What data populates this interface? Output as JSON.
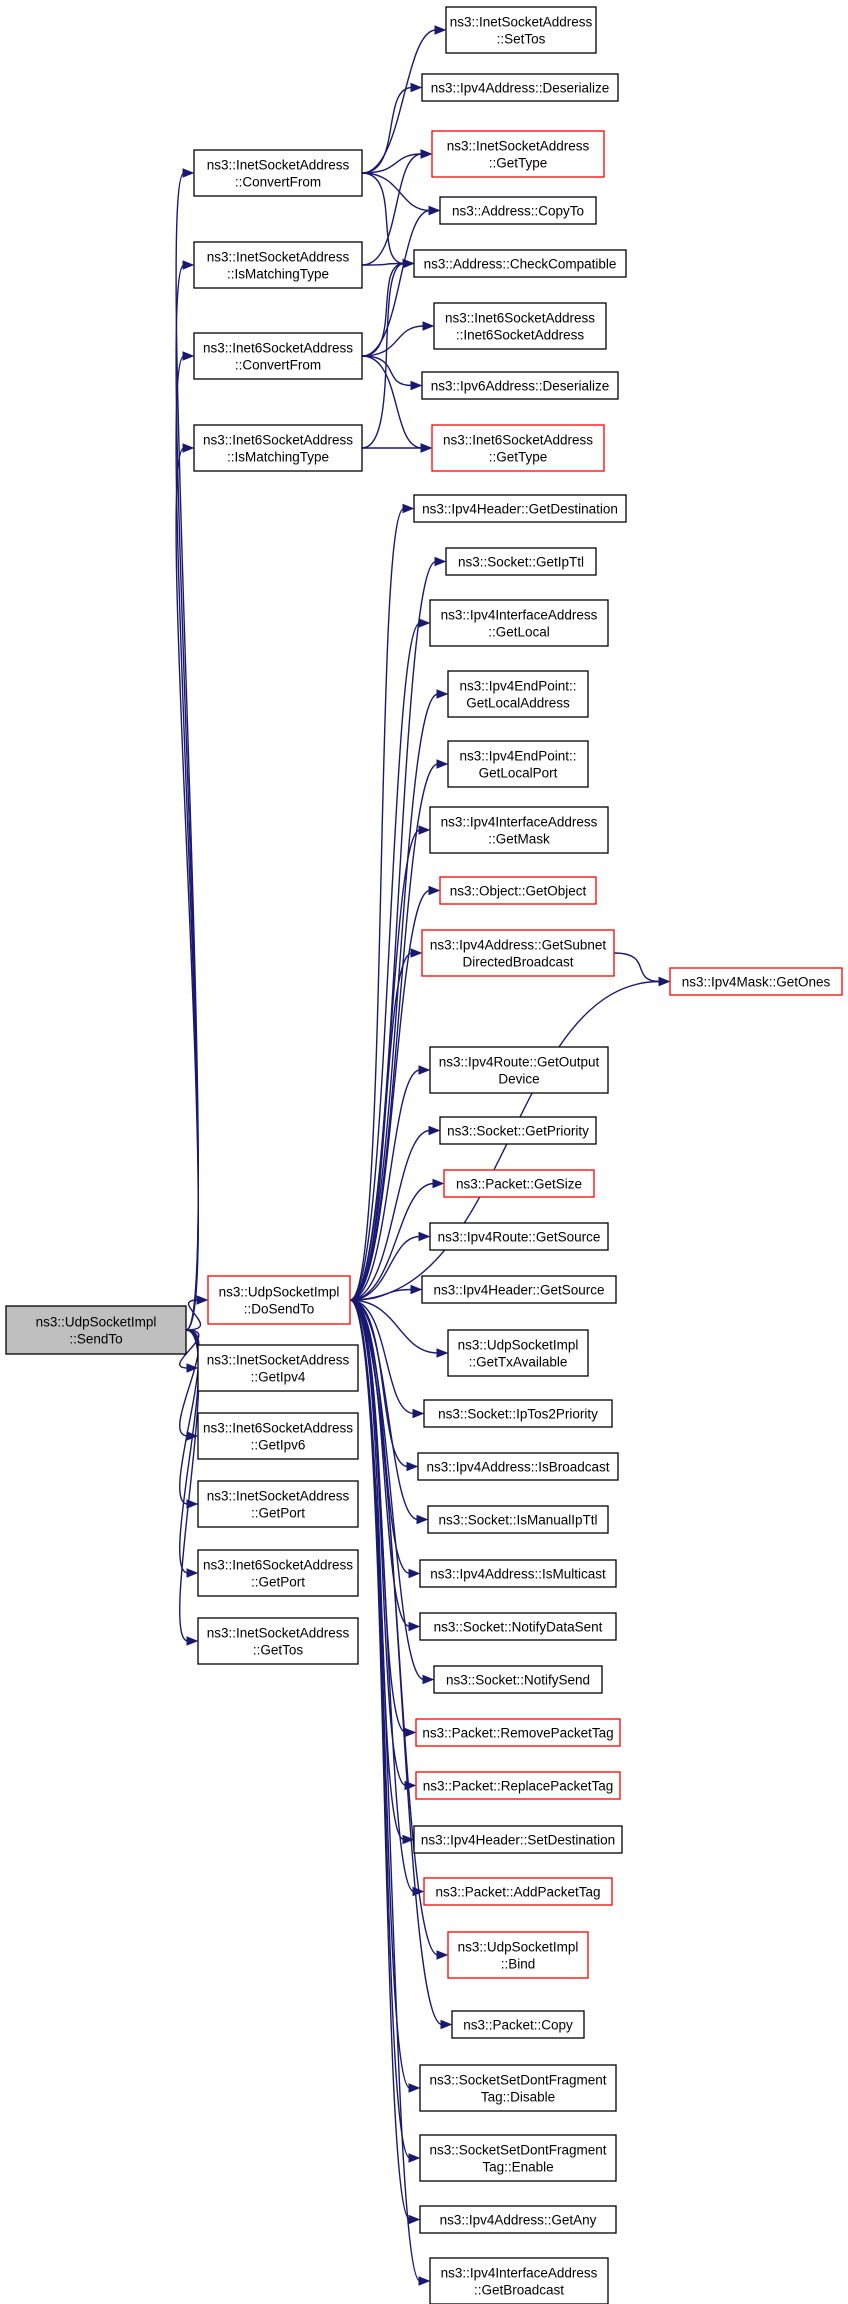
{
  "colors": {
    "edge": "#191970",
    "node_fill": "#ffffff",
    "node_stroke": "#000000",
    "node_stroke_incomplete": "#ff0000",
    "root_fill": "#bfbfbf"
  },
  "nodes": [
    {
      "id": "root",
      "lines": [
        "ns3::UdpSocketImpl",
        "::SendTo"
      ],
      "style": "root"
    },
    {
      "id": "inetConvertFrom",
      "lines": [
        "ns3::InetSocketAddress",
        "::ConvertFrom"
      ],
      "style": "normal"
    },
    {
      "id": "inetIsMatchingType",
      "lines": [
        "ns3::InetSocketAddress",
        "::IsMatchingType"
      ],
      "style": "normal"
    },
    {
      "id": "inet6ConvertFrom",
      "lines": [
        "ns3::Inet6SocketAddress",
        "::ConvertFrom"
      ],
      "style": "normal"
    },
    {
      "id": "inet6IsMatchingType",
      "lines": [
        "ns3::Inet6SocketAddress",
        "::IsMatchingType"
      ],
      "style": "normal"
    },
    {
      "id": "doSendTo",
      "lines": [
        "ns3::UdpSocketImpl",
        "::DoSendTo"
      ],
      "style": "red"
    },
    {
      "id": "inetGetIpv4",
      "lines": [
        "ns3::InetSocketAddress",
        "::GetIpv4"
      ],
      "style": "normal"
    },
    {
      "id": "inet6GetIpv6",
      "lines": [
        "ns3::Inet6SocketAddress",
        "::GetIpv6"
      ],
      "style": "normal"
    },
    {
      "id": "inetGetPort",
      "lines": [
        "ns3::InetSocketAddress",
        "::GetPort"
      ],
      "style": "normal"
    },
    {
      "id": "inet6GetPort",
      "lines": [
        "ns3::Inet6SocketAddress",
        "::GetPort"
      ],
      "style": "normal"
    },
    {
      "id": "inetGetTos",
      "lines": [
        "ns3::InetSocketAddress",
        "::GetTos"
      ],
      "style": "normal"
    },
    {
      "id": "inetSetTos",
      "lines": [
        "ns3::InetSocketAddress",
        "::SetTos"
      ],
      "style": "normal"
    },
    {
      "id": "ipv4Deserialize",
      "lines": [
        "ns3::Ipv4Address::Deserialize"
      ],
      "style": "normal"
    },
    {
      "id": "inetGetType",
      "lines": [
        "ns3::InetSocketAddress",
        "::GetType"
      ],
      "style": "red"
    },
    {
      "id": "addressCopyTo",
      "lines": [
        "ns3::Address::CopyTo"
      ],
      "style": "normal"
    },
    {
      "id": "addressCheckCompatible",
      "lines": [
        "ns3::Address::CheckCompatible"
      ],
      "style": "normal"
    },
    {
      "id": "inet6Ctor",
      "lines": [
        "ns3::Inet6SocketAddress",
        "::Inet6SocketAddress"
      ],
      "style": "normal"
    },
    {
      "id": "ipv6Deserialize",
      "lines": [
        "ns3::Ipv6Address::Deserialize"
      ],
      "style": "normal"
    },
    {
      "id": "inet6GetType",
      "lines": [
        "ns3::Inet6SocketAddress",
        "::GetType"
      ],
      "style": "red"
    },
    {
      "id": "ipv4HeaderGetDestination",
      "lines": [
        "ns3::Ipv4Header::GetDestination"
      ],
      "style": "normal"
    },
    {
      "id": "socketGetIpTtl",
      "lines": [
        "ns3::Socket::GetIpTtl"
      ],
      "style": "normal"
    },
    {
      "id": "ipv4IfaceGetLocal",
      "lines": [
        "ns3::Ipv4InterfaceAddress",
        "::GetLocal"
      ],
      "style": "normal"
    },
    {
      "id": "ipv4EndPointGetLocalAddress",
      "lines": [
        "ns3::Ipv4EndPoint::",
        "GetLocalAddress"
      ],
      "style": "normal"
    },
    {
      "id": "ipv4EndPointGetLocalPort",
      "lines": [
        "ns3::Ipv4EndPoint::",
        "GetLocalPort"
      ],
      "style": "normal"
    },
    {
      "id": "ipv4IfaceGetMask",
      "lines": [
        "ns3::Ipv4InterfaceAddress",
        "::GetMask"
      ],
      "style": "normal"
    },
    {
      "id": "objectGetObject",
      "lines": [
        "ns3::Object::GetObject"
      ],
      "style": "red"
    },
    {
      "id": "ipv4AddressGetSubnet",
      "lines": [
        "ns3::Ipv4Address::GetSubnet",
        "DirectedBroadcast"
      ],
      "style": "red"
    },
    {
      "id": "ipv4MaskGetOnes",
      "lines": [
        "ns3::Ipv4Mask::GetOnes"
      ],
      "style": "red"
    },
    {
      "id": "ipv4RouteGetOutputDevice",
      "lines": [
        "ns3::Ipv4Route::GetOutput",
        "Device"
      ],
      "style": "normal"
    },
    {
      "id": "socketGetPriority",
      "lines": [
        "ns3::Socket::GetPriority"
      ],
      "style": "normal"
    },
    {
      "id": "packetGetSize",
      "lines": [
        "ns3::Packet::GetSize"
      ],
      "style": "red"
    },
    {
      "id": "ipv4RouteGetSource",
      "lines": [
        "ns3::Ipv4Route::GetSource"
      ],
      "style": "normal"
    },
    {
      "id": "ipv4HeaderGetSource",
      "lines": [
        "ns3::Ipv4Header::GetSource"
      ],
      "style": "normal"
    },
    {
      "id": "udpGetTxAvailable",
      "lines": [
        "ns3::UdpSocketImpl",
        "::GetTxAvailable"
      ],
      "style": "normal"
    },
    {
      "id": "socketIpTos2Priority",
      "lines": [
        "ns3::Socket::IpTos2Priority"
      ],
      "style": "normal"
    },
    {
      "id": "ipv4AddressIsBroadcast",
      "lines": [
        "ns3::Ipv4Address::IsBroadcast"
      ],
      "style": "normal"
    },
    {
      "id": "socketIsManualIpTtl",
      "lines": [
        "ns3::Socket::IsManualIpTtl"
      ],
      "style": "normal"
    },
    {
      "id": "ipv4AddressIsMulticast",
      "lines": [
        "ns3::Ipv4Address::IsMulticast"
      ],
      "style": "normal"
    },
    {
      "id": "socketNotifyDataSent",
      "lines": [
        "ns3::Socket::NotifyDataSent"
      ],
      "style": "normal"
    },
    {
      "id": "socketNotifySend",
      "lines": [
        "ns3::Socket::NotifySend"
      ],
      "style": "normal"
    },
    {
      "id": "packetRemovePacketTag",
      "lines": [
        "ns3::Packet::RemovePacketTag"
      ],
      "style": "red"
    },
    {
      "id": "packetReplacePacketTag",
      "lines": [
        "ns3::Packet::ReplacePacketTag"
      ],
      "style": "red"
    },
    {
      "id": "ipv4HeaderSetDestination",
      "lines": [
        "ns3::Ipv4Header::SetDestination"
      ],
      "style": "normal"
    },
    {
      "id": "packetAddPacketTag",
      "lines": [
        "ns3::Packet::AddPacketTag"
      ],
      "style": "red"
    },
    {
      "id": "udpBind",
      "lines": [
        "ns3::UdpSocketImpl",
        "::Bind"
      ],
      "style": "red"
    },
    {
      "id": "packetCopy",
      "lines": [
        "ns3::Packet::Copy"
      ],
      "style": "normal"
    },
    {
      "id": "dontFragDisable",
      "lines": [
        "ns3::SocketSetDontFragment",
        "Tag::Disable"
      ],
      "style": "normal"
    },
    {
      "id": "dontFragEnable",
      "lines": [
        "ns3::SocketSetDontFragment",
        "Tag::Enable"
      ],
      "style": "normal"
    },
    {
      "id": "ipv4AddressGetAny",
      "lines": [
        "ns3::Ipv4Address::GetAny"
      ],
      "style": "normal"
    },
    {
      "id": "ipv4IfaceGetBroadcast",
      "lines": [
        "ns3::Ipv4InterfaceAddress",
        "::GetBroadcast"
      ],
      "style": "normal"
    }
  ],
  "edges": [
    [
      "root",
      "inetConvertFrom"
    ],
    [
      "root",
      "inetIsMatchingType"
    ],
    [
      "root",
      "inet6ConvertFrom"
    ],
    [
      "root",
      "inet6IsMatchingType"
    ],
    [
      "root",
      "doSendTo"
    ],
    [
      "root",
      "inetGetIpv4"
    ],
    [
      "root",
      "inet6GetIpv6"
    ],
    [
      "root",
      "inetGetPort"
    ],
    [
      "root",
      "inet6GetPort"
    ],
    [
      "root",
      "inetGetTos"
    ],
    [
      "inetConvertFrom",
      "inetSetTos"
    ],
    [
      "inetConvertFrom",
      "ipv4Deserialize"
    ],
    [
      "inetConvertFrom",
      "inetGetType"
    ],
    [
      "inetConvertFrom",
      "addressCopyTo"
    ],
    [
      "inetConvertFrom",
      "addressCheckCompatible"
    ],
    [
      "inetIsMatchingType",
      "inetGetType"
    ],
    [
      "inetIsMatchingType",
      "addressCheckCompatible"
    ],
    [
      "inet6ConvertFrom",
      "addressCopyTo"
    ],
    [
      "inet6ConvertFrom",
      "addressCheckCompatible"
    ],
    [
      "inet6ConvertFrom",
      "inet6Ctor"
    ],
    [
      "inet6ConvertFrom",
      "ipv6Deserialize"
    ],
    [
      "inet6ConvertFrom",
      "inet6GetType"
    ],
    [
      "inet6IsMatchingType",
      "addressCheckCompatible"
    ],
    [
      "inet6IsMatchingType",
      "inet6GetType"
    ],
    [
      "doSendTo",
      "ipv4HeaderGetDestination"
    ],
    [
      "doSendTo",
      "socketGetIpTtl"
    ],
    [
      "doSendTo",
      "ipv4IfaceGetLocal"
    ],
    [
      "doSendTo",
      "ipv4EndPointGetLocalAddress"
    ],
    [
      "doSendTo",
      "ipv4EndPointGetLocalPort"
    ],
    [
      "doSendTo",
      "ipv4IfaceGetMask"
    ],
    [
      "doSendTo",
      "objectGetObject"
    ],
    [
      "doSendTo",
      "ipv4AddressGetSubnet"
    ],
    [
      "doSendTo",
      "ipv4MaskGetOnes"
    ],
    [
      "doSendTo",
      "ipv4RouteGetOutputDevice"
    ],
    [
      "doSendTo",
      "socketGetPriority"
    ],
    [
      "doSendTo",
      "packetGetSize"
    ],
    [
      "doSendTo",
      "ipv4RouteGetSource"
    ],
    [
      "doSendTo",
      "ipv4HeaderGetSource"
    ],
    [
      "doSendTo",
      "udpGetTxAvailable"
    ],
    [
      "doSendTo",
      "socketIpTos2Priority"
    ],
    [
      "doSendTo",
      "ipv4AddressIsBroadcast"
    ],
    [
      "doSendTo",
      "socketIsManualIpTtl"
    ],
    [
      "doSendTo",
      "ipv4AddressIsMulticast"
    ],
    [
      "doSendTo",
      "socketNotifyDataSent"
    ],
    [
      "doSendTo",
      "socketNotifySend"
    ],
    [
      "doSendTo",
      "packetRemovePacketTag"
    ],
    [
      "doSendTo",
      "packetReplacePacketTag"
    ],
    [
      "doSendTo",
      "ipv4HeaderSetDestination"
    ],
    [
      "doSendTo",
      "packetAddPacketTag"
    ],
    [
      "doSendTo",
      "udpBind"
    ],
    [
      "doSendTo",
      "packetCopy"
    ],
    [
      "doSendTo",
      "dontFragDisable"
    ],
    [
      "doSendTo",
      "dontFragEnable"
    ],
    [
      "doSendTo",
      "ipv4AddressGetAny"
    ],
    [
      "doSendTo",
      "ipv4IfaceGetBroadcast"
    ],
    [
      "ipv4AddressGetSubnet",
      "ipv4MaskGetOnes"
    ]
  ]
}
